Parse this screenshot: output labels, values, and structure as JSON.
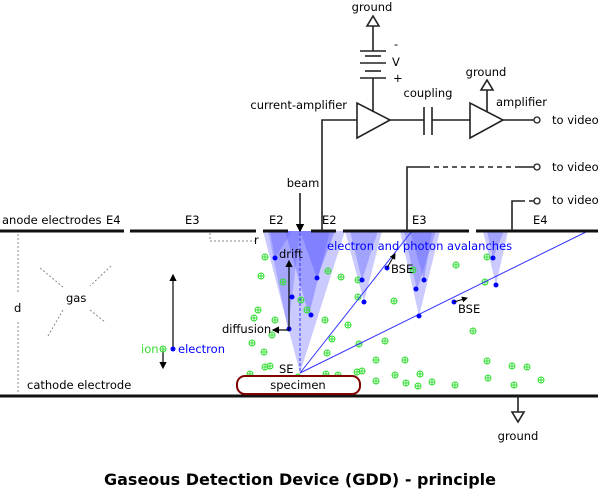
{
  "title": "Gaseous Detection Device (GDD) - principle",
  "circuit": {
    "ground_top": "ground",
    "battery_minus": "-",
    "battery_label": "V",
    "battery_plus": "+",
    "current_amplifier": "current-amplifier",
    "coupling": "coupling",
    "ground_amp": "ground",
    "amplifier": "amplifier",
    "to_video_1": "to video",
    "to_video_2": "to video",
    "to_video_3": "to video"
  },
  "labels": {
    "beam": "beam",
    "anode_electrodes": "anode electrodes",
    "e4_left": "E4",
    "e3_left": "E3",
    "e2_left": "E2",
    "e2_right": "E2",
    "e3_right": "E3",
    "e4_right": "E4",
    "r": "r",
    "d": "d",
    "gas": "gas",
    "drift": "drift",
    "diffusion": "diffusion",
    "avalanches": "electron and photon avalanches",
    "bse1": "BSE",
    "bse2": "BSE",
    "ion": "ion",
    "electron": "electron",
    "se": "SE",
    "specimen": "specimen",
    "cathode": "cathode electrode",
    "ground_bottom": "ground"
  },
  "colors": {
    "electron": "#0000ff",
    "ion": "#33dd33",
    "cone": "#6666ff",
    "specimen": "#800000"
  }
}
